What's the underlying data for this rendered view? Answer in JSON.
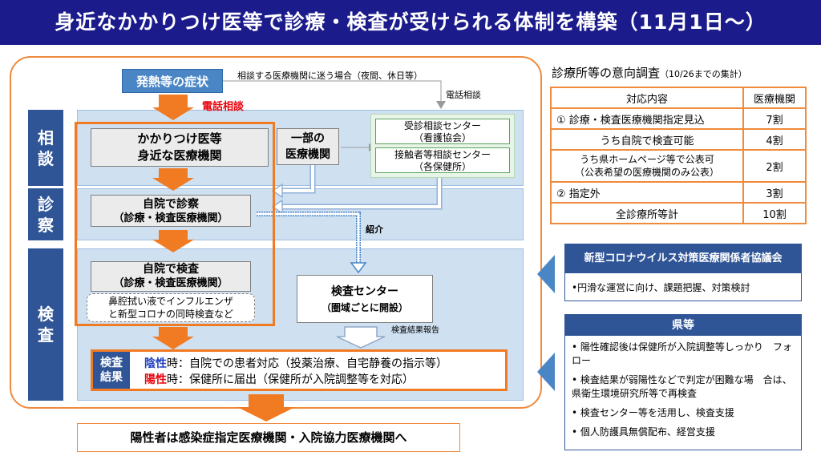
{
  "title": "身近なかかりつけ医等で診療・検査が受けられる体制を構築（11月1日〜）",
  "left": {
    "fever": "発熱等の症状",
    "hesitation_note": "相談する医療機関に迷う場合（夜間、休日等）",
    "phone_red": "電話相談",
    "phone_black": "電話相談",
    "bands": {
      "consult": [
        "相",
        "談"
      ],
      "exam": [
        "診",
        "察"
      ],
      "test": [
        "検",
        "査"
      ]
    },
    "kakaritsuke": [
      "かかりつけ医等",
      "身近な医療機関"
    ],
    "some_institutions": [
      "一部の",
      "医療機関"
    ],
    "center1": [
      "受診相談センター",
      "（看護協会）"
    ],
    "center2": [
      "接触者等相談センター",
      "（各保健所）"
    ],
    "self_exam": [
      "自院で診察",
      "（診療・検査医療機関）"
    ],
    "referral": "紹介",
    "self_test": [
      "自院で検査",
      "（診療・検査医療機関）"
    ],
    "swab_note": [
      "鼻腔拭い液でインフルエンザ",
      "と新型コロナの同時検査など"
    ],
    "test_center": [
      "検査センター",
      "（圏域ごとに開設）"
    ],
    "test_report": "検査結果報告",
    "result_label": [
      "検査",
      "結果"
    ],
    "negative": {
      "word": "陰性",
      "rest": "時：自院での患者対応（投薬治療、自宅静養の指示等）"
    },
    "positive": {
      "word": "陽性",
      "rest": "時：保健所に届出（保健所が入院調整等を対応）"
    },
    "final": "陽性者は感染症指定医療機関・入院協力医療機関へ"
  },
  "survey": {
    "heading": "診療所等の意向調査",
    "heading_note": "（10/26までの集計）",
    "col1": "対応内容",
    "col2": "医療機関",
    "rows": [
      {
        "label": "① 診療・検査医療機関指定見込",
        "value": "7割"
      },
      {
        "label": "うち自院で検査可能",
        "value": "4割"
      },
      {
        "label": "うち県ホームページ等で公表可\n（公表希望の医療機関のみ公表）",
        "value": "2割"
      },
      {
        "label": "② 指定外",
        "value": "3割"
      },
      {
        "label": "全診療所等計",
        "value": "10割"
      }
    ]
  },
  "council": {
    "heading": "新型コロナウイルス対策医療関係者協議会",
    "item": "•円滑な運営に向け、課題把握、対策検討"
  },
  "prefecture": {
    "heading": "県等",
    "items": [
      "• 陽性確認後は保健所が入院調整等しっかり　フォロー",
      "• 検査結果が弱陽性などで判定が困難な場　合は、県衛生環境研究所等で再検査",
      "• 検査センター等を活用し、検査支援",
      "• 個人防護具無償配布、経営支援"
    ]
  },
  "colors": {
    "navy": "#1b1b8c",
    "orange": "#f07b22",
    "band": "#cfe0f1",
    "label_blue": "#2f5597",
    "red": "#e8000b"
  }
}
